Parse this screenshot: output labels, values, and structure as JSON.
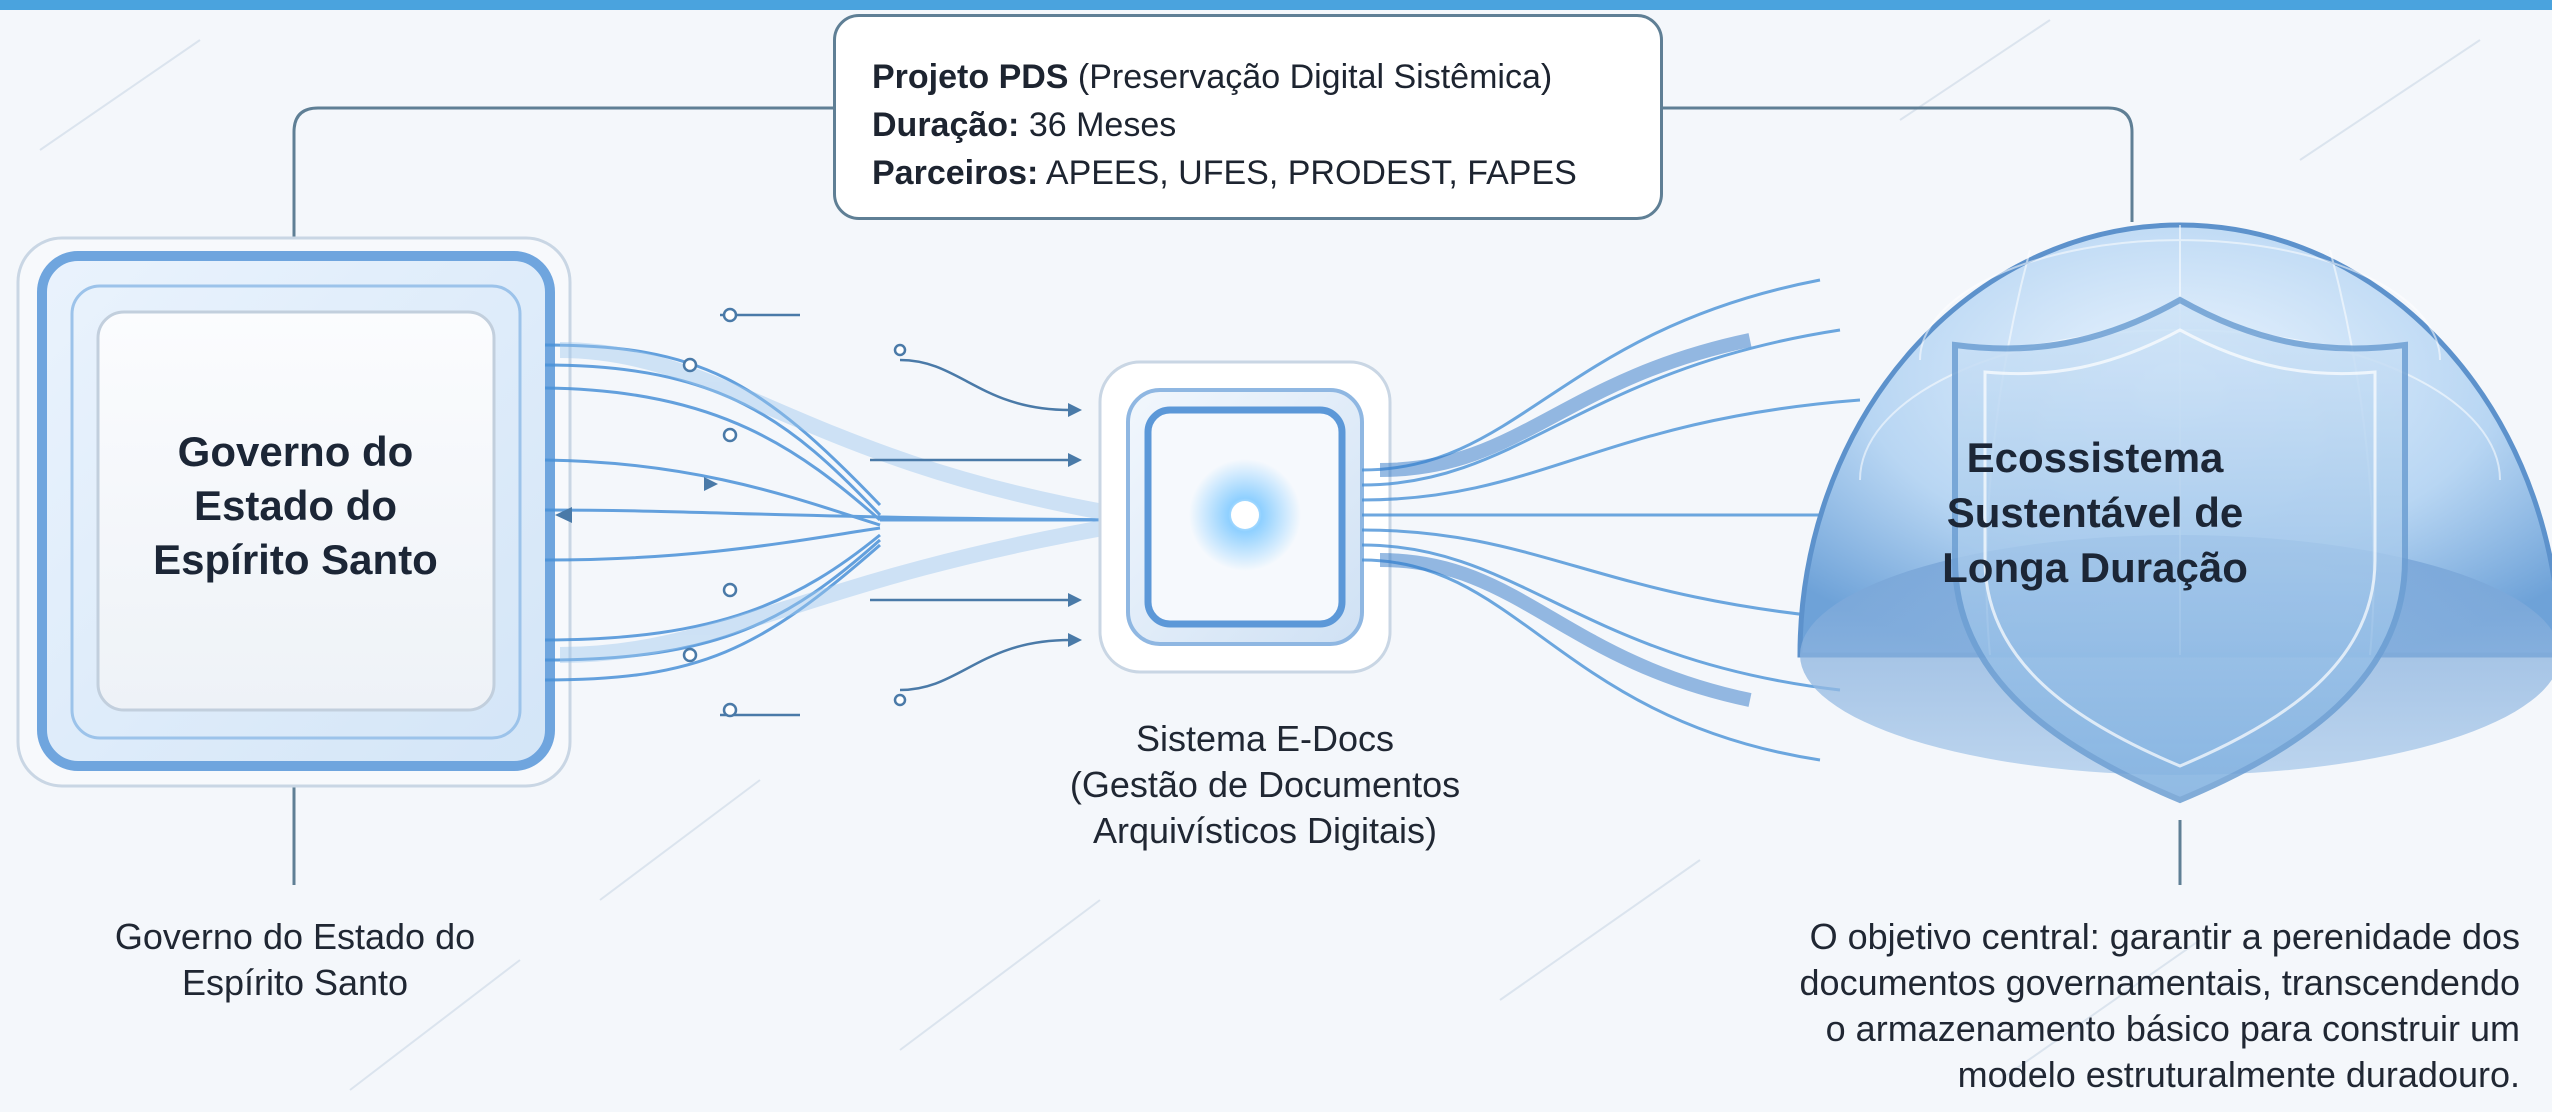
{
  "project_box": {
    "line1_label": "Projeto PDS",
    "line1_value": " (Preservação Digital Sistêmica)",
    "line2_label": "Duração:",
    "line2_value": " 36 Meses",
    "line3_label": "Parceiros:",
    "line3_value": " APEES, UFES, PRODEST, FAPES"
  },
  "government": {
    "title_line1": "Governo do",
    "title_line2": "Estado do",
    "title_line3": "Espírito Santo",
    "caption_line1": "Governo do Estado do",
    "caption_line2": "Espírito Santo"
  },
  "edocs": {
    "caption_line1": "Sistema E-Docs",
    "caption_line2": "(Gestão de Documentos",
    "caption_line3": "Arquivísticos Digitais)"
  },
  "ecosystem": {
    "title_line1": "Ecossistema",
    "title_line2": "Sustentável de",
    "title_line3": "Longa Duração",
    "caption_line1": "O objetivo central: garantir a perenidade dos",
    "caption_line2": "documentos governamentais, transcendendo",
    "caption_line3": "o armazenamento básico para construir um",
    "caption_line4": "modelo estruturalmente duradouro."
  },
  "colors": {
    "accent": "#4aa3de",
    "line": "#5f7f95",
    "flow": "#3b8fd6"
  },
  "icons": [
    "shield-icon",
    "dome-icon",
    "processor-chip-icon",
    "glow-dot-icon"
  ]
}
